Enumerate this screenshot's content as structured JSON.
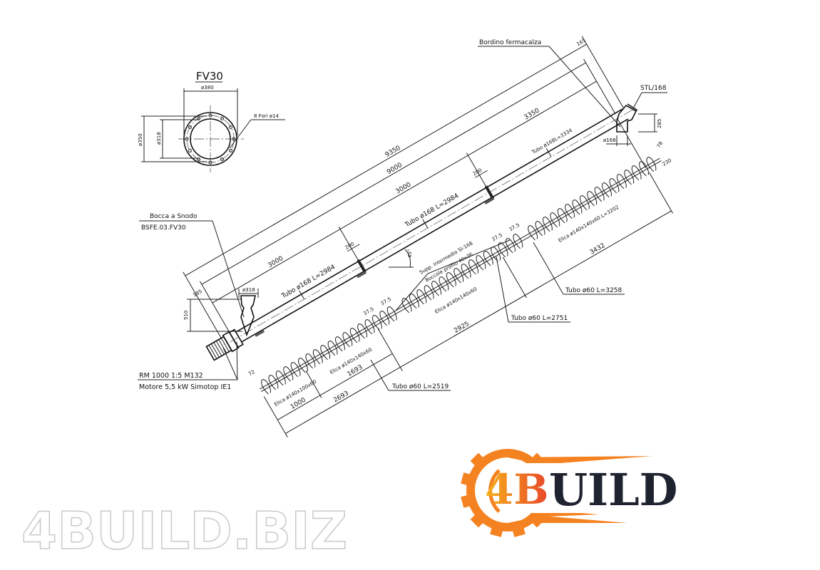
{
  "flange_view": {
    "title": "FV30",
    "dim_outer": "ø380",
    "dim_bolt": "ø350",
    "dim_inner": "ø318",
    "holes_label": "8 Fori ø14"
  },
  "top_dims": {
    "overall": "9350",
    "tube_total": "9000",
    "seg1": "3000",
    "seg2": "3000",
    "seg3": "3350",
    "end_offset": "165",
    "start_offset": "185",
    "joint1": "200",
    "joint2": "200"
  },
  "tube_labels": {
    "tube1": "Tubo ø168 L=2984",
    "tube2": "Tubo ø168 L=2984",
    "tube3": "Tubo ø168L=3334"
  },
  "outlet": {
    "bordino": "Bordino fermacalza",
    "stl": "STL/168",
    "height": "285",
    "diameter": "ø168",
    "offset": "78",
    "screw_offset": "230"
  },
  "inlet": {
    "name": "Bocca a Snodo",
    "code": "BSFE.03.FV30",
    "height": "510",
    "diameter": "ø318",
    "screw_offset": "72"
  },
  "motor": {
    "reducer": "RM 1000 1:5 M132",
    "motor": "Motore 5,5 kW Simotop IE1"
  },
  "support": {
    "line1": "Supp. intermedio SI-168",
    "line2": "Boccole profilo 40x36",
    "angle": "45°",
    "gap_a1": "37.5",
    "gap_a2": "37.5",
    "gap_b1": "37.5",
    "gap_b2": "37.5"
  },
  "screw": {
    "flight1": "Elica ø140x100x60",
    "flight2": "Elica ø140x140x60",
    "flight3": "Elica ø140x140x60",
    "flight4": "Elica ø140x140x60 L=3202",
    "dim_1000": "1000",
    "dim_1693": "1693",
    "dim_2693": "2693",
    "dim_2925": "2925",
    "dim_3432": "3432",
    "shaft1": "Tubo ø60 L=2519",
    "shaft2": "Tubo ø60 L=2751",
    "shaft3": "Tubo ø60 L=3258"
  },
  "watermark": "4BUILD.BIZ",
  "logo": {
    "text_prefix": "4B",
    "text_main": "UILD",
    "gear_color": "#f58220",
    "text_color": "#1f2330"
  }
}
